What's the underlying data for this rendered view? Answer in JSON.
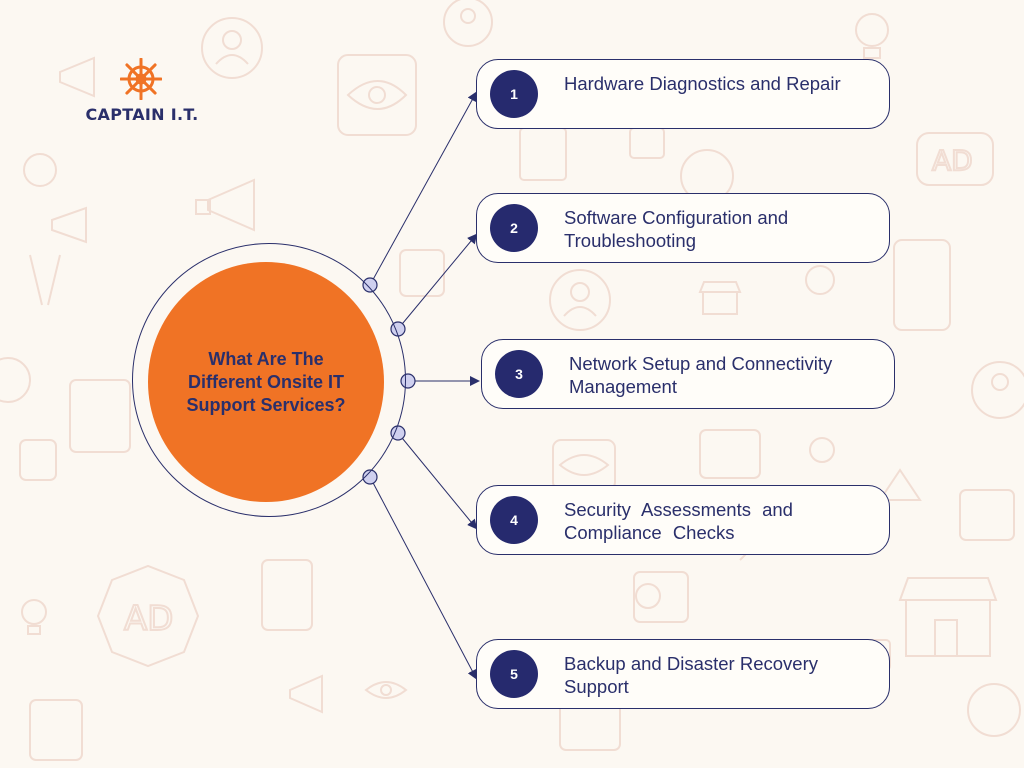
{
  "brand": {
    "name": "CAPTAIN I.T.",
    "accent_color": "#f07325",
    "navy_color": "#2a2f6b"
  },
  "hub": {
    "title": "What Are The Different Onsite IT Support Services?"
  },
  "items": [
    {
      "number": "1",
      "label": "Hardware Diagnostics and Repair"
    },
    {
      "number": "2",
      "label": "Software Configuration and Troubleshooting"
    },
    {
      "number": "3",
      "label": "Network Setup and Connectivity Management"
    },
    {
      "number": "4",
      "label": "Security Assessments and Compliance Checks"
    },
    {
      "number": "5",
      "label": "Backup and Disaster Recovery Support"
    }
  ],
  "background": {
    "pattern_icons": [
      "user-icon",
      "megaphone-icon",
      "ad-badge-icon",
      "eye-icon",
      "lightbulb-icon",
      "shop-icon"
    ],
    "pattern_color": "#f3ddd2"
  }
}
